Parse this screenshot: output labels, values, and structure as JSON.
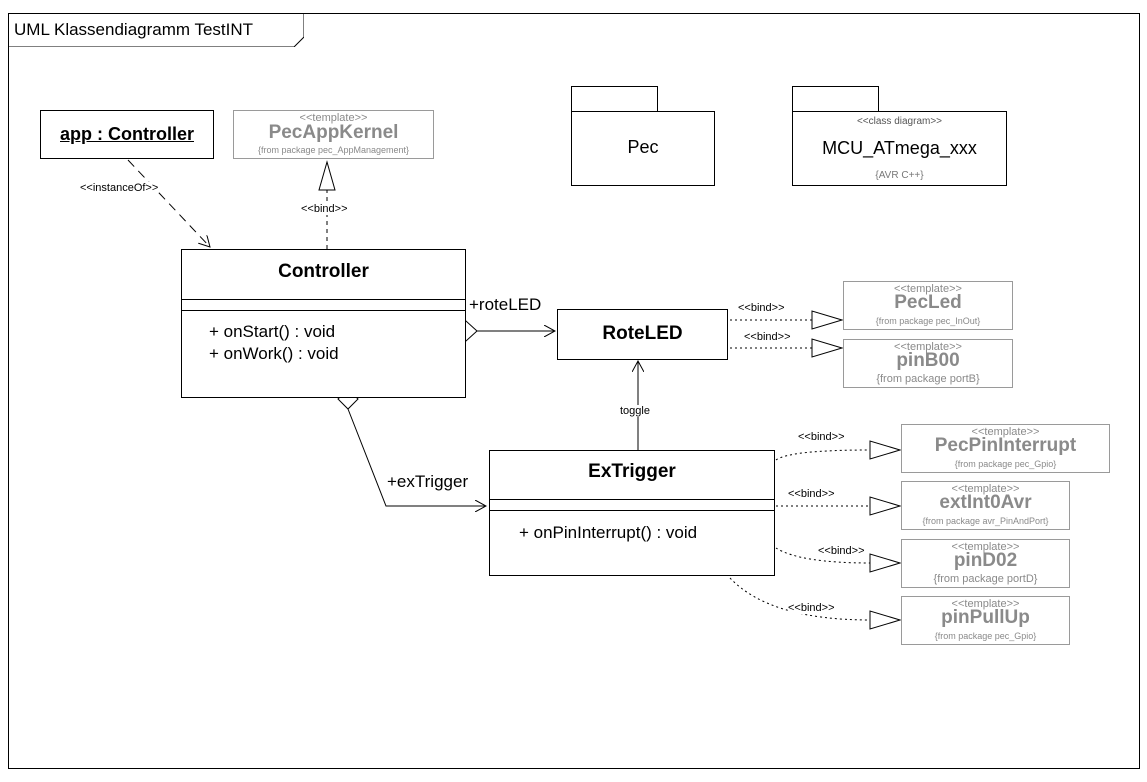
{
  "frame": {
    "title": "UML Klassendiagramm TestINT"
  },
  "instance": {
    "label": "app : Controller",
    "relation": "<<instanceOf>>"
  },
  "app_kernel": {
    "stereotype": "<<template>>",
    "name": "PecAppKernel",
    "from": "{from package pec_AppManagement}",
    "relation": "<<bind>>"
  },
  "controller": {
    "name": "Controller",
    "ops": [
      "+ onStart() : void",
      "+ onWork() : void"
    ]
  },
  "rote_led": {
    "name": "RoteLED",
    "role": "+roteLED"
  },
  "ex_trigger": {
    "name": "ExTrigger",
    "ops": [
      "+ onPinInterrupt() : void"
    ],
    "role": "+exTrigger",
    "toggle": "toggle"
  },
  "packages": {
    "pec": {
      "name": "Pec"
    },
    "mcu": {
      "stereotype": "<<class diagram>>",
      "name": "MCU_ATmega_xxx",
      "tag": "{AVR C++}"
    }
  },
  "templates": [
    {
      "stereotype": "<<template>>",
      "name": "PecLed",
      "from": "{from package pec_InOut}",
      "relation": "<<bind>>"
    },
    {
      "stereotype": "<<template>>",
      "name": "pinB00",
      "from": "{from package portB}",
      "relation": "<<bind>>"
    },
    {
      "stereotype": "<<template>>",
      "name": "PecPinInterrupt",
      "from": "{from package pec_Gpio}",
      "relation": "<<bind>>"
    },
    {
      "stereotype": "<<template>>",
      "name": "extInt0Avr",
      "from": "{from package avr_PinAndPort}",
      "relation": "<<bind>>"
    },
    {
      "stereotype": "<<template>>",
      "name": "pinD02",
      "from": "{from package portD}",
      "relation": "<<bind>>"
    },
    {
      "stereotype": "<<template>>",
      "name": "pinPullUp",
      "from": "{from package pec_Gpio}",
      "relation": "<<bind>>"
    }
  ]
}
